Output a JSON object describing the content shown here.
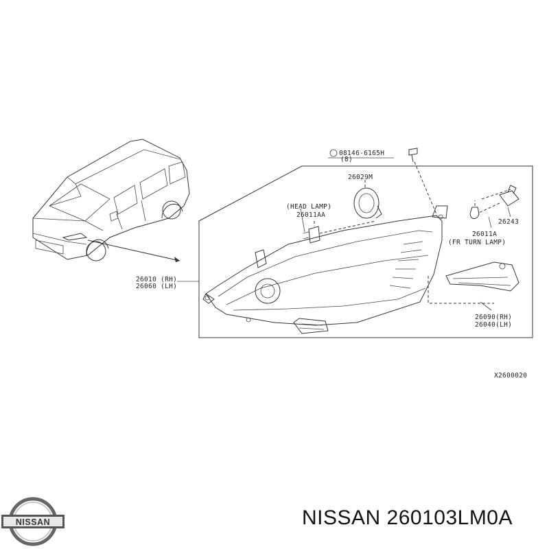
{
  "callouts": {
    "bolt": "08146-6165H",
    "bolt_qty": "(8)",
    "cap": "26029M",
    "head_lamp_caption": "(HEAD LAMP)",
    "head_bulb": "26011AA",
    "turn_bulb": "26011A",
    "turn_caption": "(FR TURN LAMP)",
    "socket": "26243",
    "lamp_rh": "26010 (RH)",
    "lamp_lh": "26060 (LH)",
    "side_rh": "26090(RH)",
    "side_lh": "26040(LH)",
    "figure_code": "X2600020"
  },
  "brand": {
    "logo_text": "NISSAN",
    "part_title": "NISSAN 260103LM0A"
  }
}
